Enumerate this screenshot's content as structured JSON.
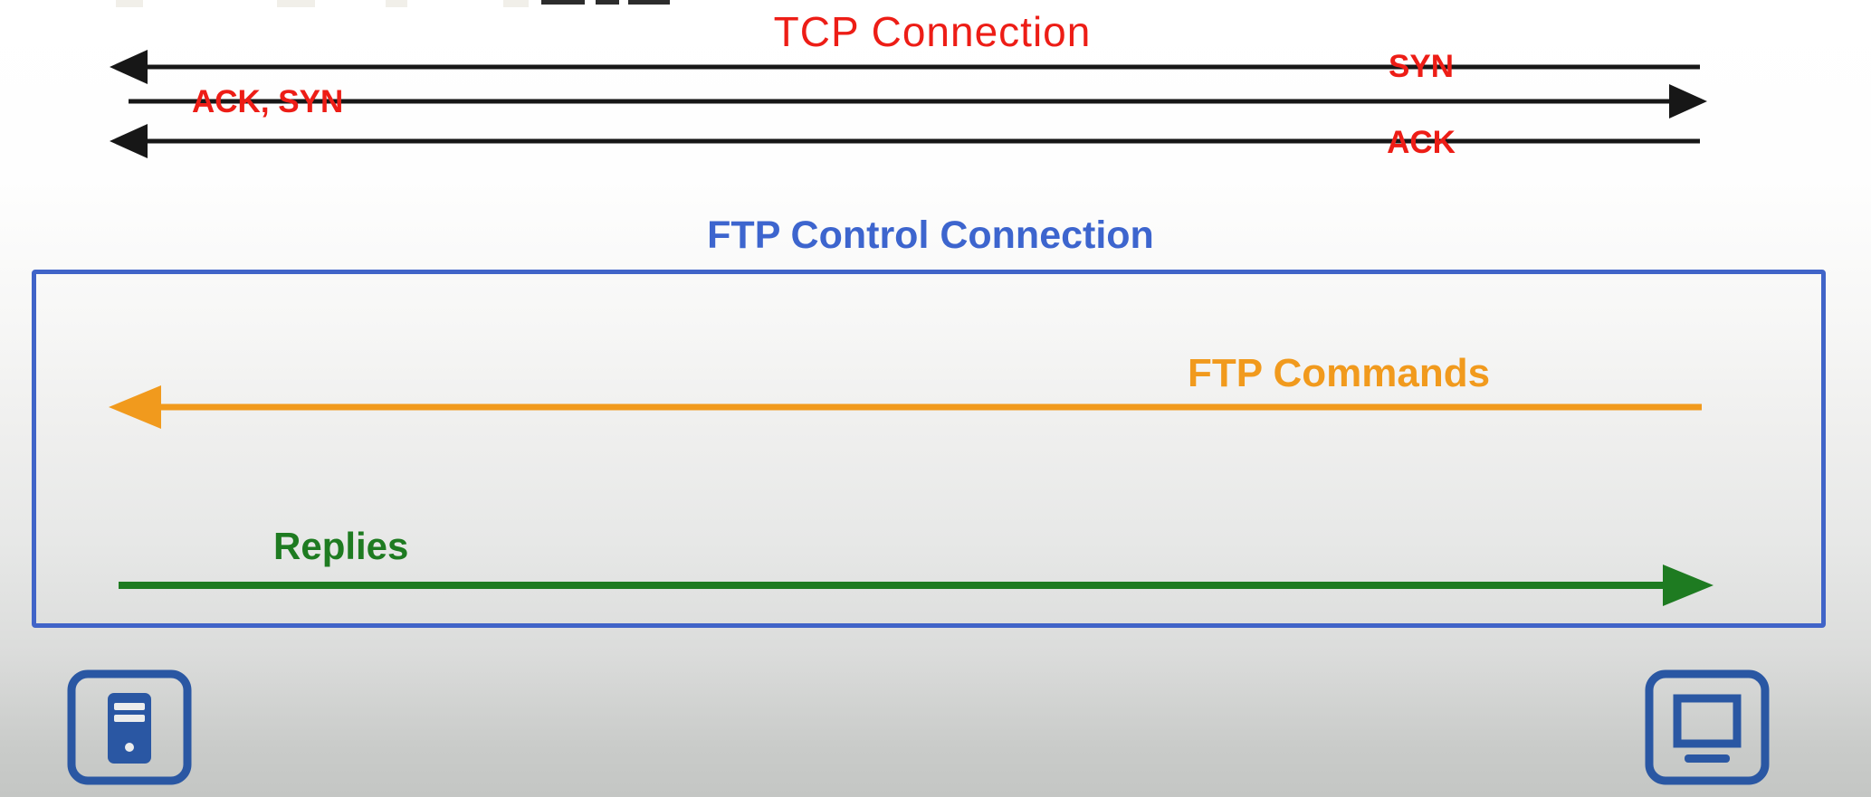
{
  "diagram": {
    "type": "network-protocol-sequence",
    "description": "TCP three-way handshake followed by an FTP control connection between a server (left) and a client computer (right)"
  },
  "tcp": {
    "title": "TCP Connection",
    "title_color": "#ed1d16",
    "arrow_color": "#171717",
    "label_color": "#ed1d16",
    "messages": [
      {
        "label": "SYN",
        "direction": "left",
        "order": 1
      },
      {
        "label": "ACK, SYN",
        "direction": "right",
        "order": 2
      },
      {
        "label": "ACK",
        "direction": "left",
        "order": 3
      }
    ],
    "labels": {
      "syn": "SYN",
      "ack_syn": "ACK, SYN",
      "ack": "ACK"
    }
  },
  "ftp": {
    "title": "FTP Control Connection",
    "title_color": "#3d65ce",
    "box_border_color": "#4064c8",
    "messages": [
      {
        "label": "FTP Commands",
        "direction": "left",
        "color": "#f19a1d"
      },
      {
        "label": "Replies",
        "direction": "right",
        "color": "#1e7b21"
      }
    ],
    "labels": {
      "commands": "FTP Commands",
      "replies": "Replies"
    }
  },
  "endpoints": {
    "left": {
      "icon": "server-tower-icon"
    },
    "right": {
      "icon": "monitor-icon"
    },
    "icon_color": "#2a57a3"
  },
  "colors": {
    "background_top": "#ffffff",
    "background_bottom": "#c4c6c4",
    "red": "#ed1d16",
    "blue": "#3d65ce",
    "orange": "#f19a1d",
    "green": "#1e7b21",
    "icon_blue": "#2a57a3",
    "black": "#171717"
  }
}
